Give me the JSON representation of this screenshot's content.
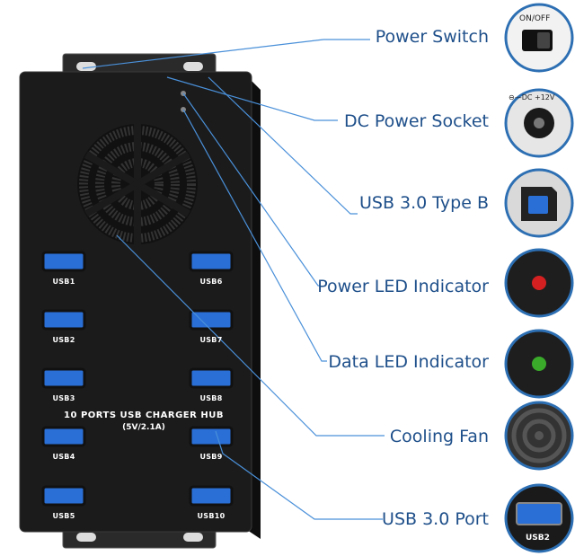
{
  "hub": {
    "title": "10 PORTS USB CHARGER HUB",
    "subtitle": "(5V/2.1A)",
    "ports_left": [
      "USB1",
      "USB2",
      "USB3",
      "USB4",
      "USB5"
    ],
    "ports_right": [
      "USB6",
      "USB7",
      "USB8",
      "USB9",
      "USB10"
    ]
  },
  "callouts": [
    {
      "label": "Power Switch",
      "icon": "power-switch-icon"
    },
    {
      "label": "DC Power Socket",
      "icon": "dc-socket-icon"
    },
    {
      "label": "USB 3.0 Type B",
      "icon": "usb-type-b-icon"
    },
    {
      "label": "Power LED Indicator",
      "icon": "red-led-icon"
    },
    {
      "label": "Data LED Indicator",
      "icon": "green-led-icon"
    },
    {
      "label": "Cooling Fan",
      "icon": "fan-icon"
    },
    {
      "label": "USB 3.0 Port",
      "icon": "usb-port-icon"
    }
  ],
  "circle_texts": {
    "switch": "ON/OFF",
    "dc": "⊖—DC +12V",
    "usb": "USB2"
  },
  "colors": {
    "label": "#1e4f8a",
    "line": "#4a90d9",
    "circle_border": "#2d6fb3",
    "hub_body": "#1b1b1b",
    "usb_blue": "#2a6fd6",
    "led_red": "#d42020",
    "led_green": "#3aaa2a"
  }
}
